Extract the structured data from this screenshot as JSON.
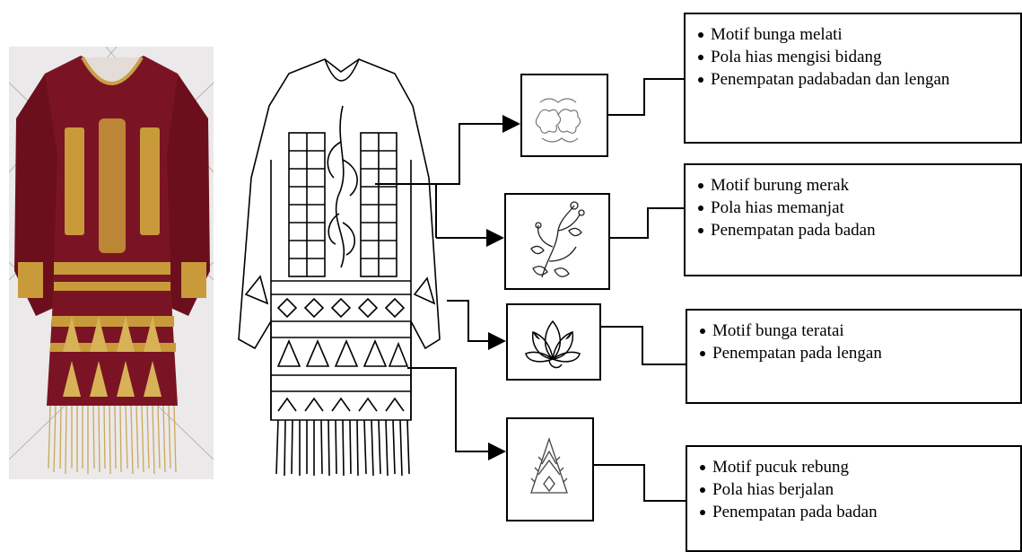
{
  "figure": {
    "photo": {
      "icon": "embroidered-blouse-photo"
    },
    "sketch": {
      "icon": "blouse-line-drawing"
    },
    "details": [
      {
        "icon": "jasmine-flower-motif",
        "bullets": [
          "Motif  bunga melati",
          "Pola hias mengisi bidang",
          "Penempatan padabadan  dan lengan"
        ]
      },
      {
        "icon": "peacock-vine-motif",
        "bullets": [
          "Motif  burung merak",
          "Pola hias memanjat",
          "Penempatan pada badan"
        ]
      },
      {
        "icon": "lotus-flower-motif",
        "bullets": [
          "Motif  bunga teratai",
          "Penempatan pada lengan"
        ]
      },
      {
        "icon": "bamboo-shoot-motif",
        "bullets": [
          "Motif pucuk rebung",
          "Pola hias berjalan",
          "Penempatan pada badan"
        ]
      }
    ]
  }
}
